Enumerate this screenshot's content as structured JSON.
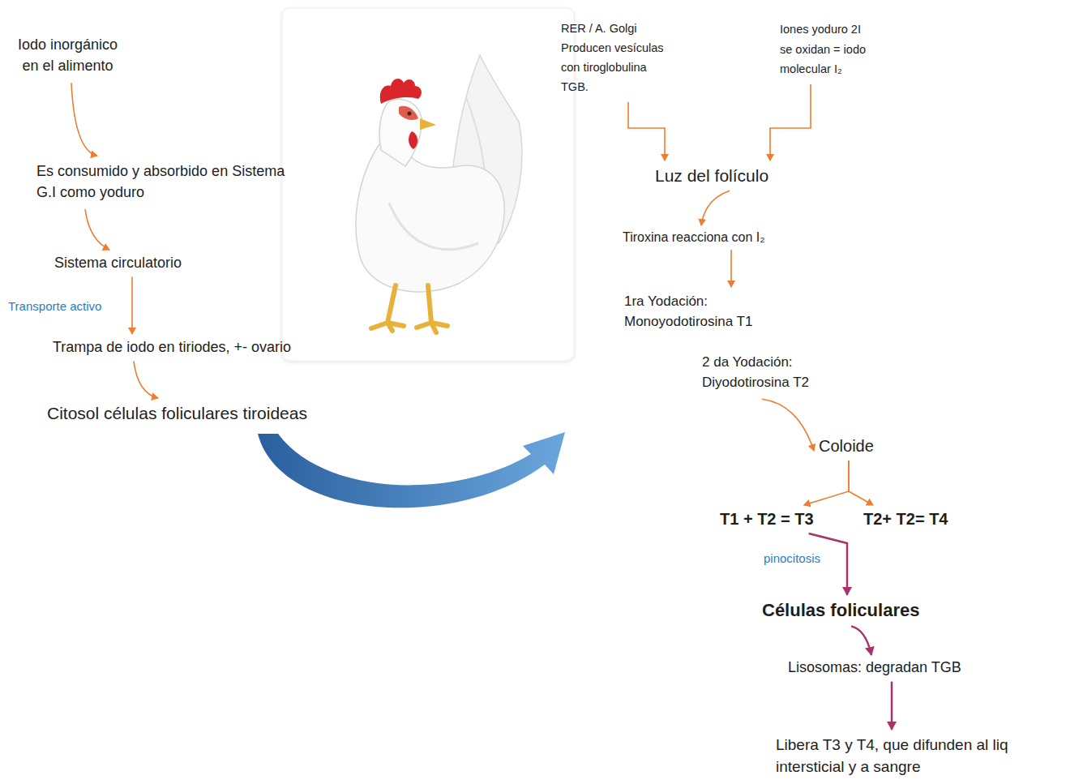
{
  "diagram": {
    "nodes": [
      {
        "text": [
          "Iodo inorgánico en el alimento"
        ]
      },
      {
        "text": [
          "Es consumido y absorbido en Sistema G.I como yoduro"
        ]
      },
      {
        "text": [
          "Sistema circulatorio"
        ]
      },
      {
        "text": [
          "Trampa de iodo en tiriodes, +- ovario"
        ]
      },
      {
        "text": [
          "Citosol células foliculares tiroideas"
        ]
      },
      {
        "text": [
          "RER / A. Golgi Producen vesículas con tiroglobulina TGB."
        ]
      },
      {
        "text": [
          "Iones yoduro 2I se oxidan = iodo molecular I₂"
        ]
      },
      {
        "text": [
          "Luz del folículo"
        ]
      },
      {
        "text": [
          "Tiroxina reacciona con I₂"
        ]
      },
      {
        "text": [
          "1ra Yodación: Monoyodotirosina T1"
        ]
      },
      {
        "text": [
          "2 da Yodación: Diyodotirosina T2"
        ]
      },
      {
        "text": [
          "Coloide"
        ]
      },
      {
        "text": [
          "T1 + T2 = T3"
        ]
      },
      {
        "text": [
          "T2+ T2= T4"
        ]
      },
      {
        "text": [
          "Células foliculares"
        ]
      },
      {
        "text": [
          "Lisosomas: degradan TGB"
        ]
      },
      {
        "text": [
          "Libera T3 y T4, que difunden al liq intersticial y a sangre"
        ]
      }
    ],
    "edges": [
      {
        "from": 0,
        "to": 1,
        "arrow": "to"
      },
      {
        "from": 1,
        "to": 2,
        "arrow": "to"
      },
      {
        "from": 2,
        "to": 3,
        "label": "Transporte activo",
        "arrow": "to"
      },
      {
        "from": 3,
        "to": 4,
        "arrow": "to"
      },
      {
        "from": 5,
        "to": 7,
        "arrow": "to"
      },
      {
        "from": 6,
        "to": 7,
        "arrow": "to"
      },
      {
        "from": 7,
        "to": 8,
        "arrow": "to"
      },
      {
        "from": 8,
        "to": 9,
        "arrow": "to"
      },
      {
        "from": 10,
        "to": 11,
        "arrow": "to"
      },
      {
        "from": 11,
        "to": 12,
        "arrow": "to"
      },
      {
        "from": 11,
        "to": 13,
        "arrow": "to"
      },
      {
        "from": 12,
        "to": 14,
        "label": "pinocitosis",
        "arrow": "to"
      },
      {
        "from": 14,
        "to": 15,
        "arrow": "to"
      },
      {
        "from": 15,
        "to": 16,
        "arrow": "to"
      }
    ]
  }
}
